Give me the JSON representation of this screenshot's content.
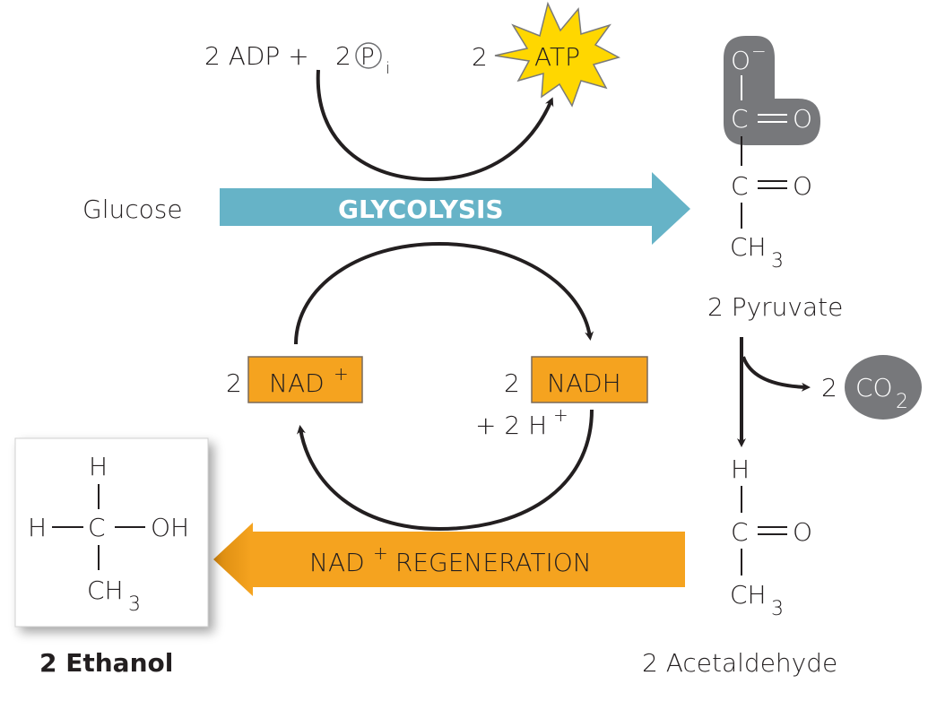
{
  "title": "Alcohol fermentation",
  "colors": {
    "glycolysis_arrow": "#66b3c7",
    "regeneration_arrow": "#f5a31f",
    "nad_box": "#f5a31f",
    "atp_burst": "#ffd700",
    "highlight_gray": "#77787b",
    "text": "#231f20"
  },
  "inputs": {
    "adp": "2 ADP +",
    "pi_coef": "2",
    "pi_symbol": "P",
    "pi_sub": "i",
    "glucose": "Glucose"
  },
  "atp": {
    "coef": "2",
    "label": "ATP"
  },
  "glycolysis": {
    "label": "GLYCOLYSIS"
  },
  "regeneration": {
    "label_main": "NAD",
    "label_sup": "+",
    "label_rest": " REGENERATION"
  },
  "nad_plus": {
    "coef": "2",
    "label": "NAD",
    "sup": "+"
  },
  "nadh": {
    "coef": "2",
    "label": "NADH",
    "extra": "+ 2 H",
    "extra_sup": "+"
  },
  "pyruvate": {
    "name": "2 Pyruvate",
    "atoms": {
      "o_minus": "O",
      "minus": "−",
      "c1": "C",
      "o1": "O",
      "c2": "C",
      "o2": "O",
      "ch": "CH",
      "ch_sub": "3"
    }
  },
  "co2": {
    "coef": "2",
    "label": "CO",
    "sub": "2"
  },
  "acetaldehyde": {
    "name": "2 Acetaldehyde",
    "atoms": {
      "h": "H",
      "c": "C",
      "o": "O",
      "ch": "CH",
      "ch_sub": "3"
    }
  },
  "ethanol": {
    "name": "2 Ethanol",
    "atoms": {
      "h_top": "H",
      "h_left": "H",
      "c": "C",
      "oh": "OH",
      "ch": "CH",
      "ch_sub": "3"
    }
  }
}
